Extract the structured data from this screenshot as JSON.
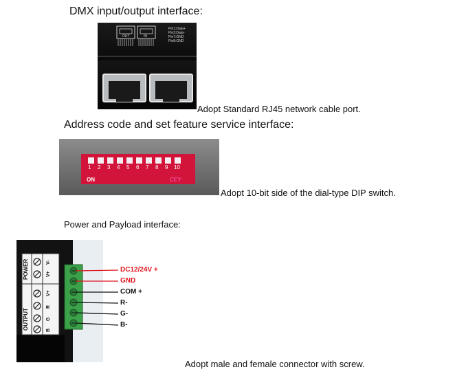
{
  "sections": {
    "dmx": {
      "heading": "DMX input/output interface:",
      "caption": "Adopt Standard RJ45 network cable port.",
      "photo": {
        "pin_legend": [
          "Pin1:Data+",
          "Pin2:Data-",
          "Pin7:GND",
          "Pin8:GND"
        ],
        "port_labels": [
          "OUT",
          "IN"
        ]
      }
    },
    "address": {
      "heading": "Address code and set feature service interface:",
      "caption": "Adopt 10-bit side of the dial-type DIP switch.",
      "photo": {
        "on_label": "ON",
        "numbers": [
          "1",
          "2",
          "3",
          "4",
          "5",
          "6",
          "7",
          "8",
          "9",
          "10"
        ],
        "brand": "CEY"
      }
    },
    "power": {
      "heading": "Power and Payload interface:",
      "caption": "Adopt male and female connector with screw.",
      "photo": {
        "power_label": "POWER",
        "output_label": "OUTPUT",
        "power_pins": [
          "V-",
          "V+"
        ],
        "output_pins": [
          "V+",
          "R",
          "G",
          "B"
        ]
      },
      "terminals": [
        {
          "label": "DC12/24V +",
          "color": "#e0141e"
        },
        {
          "label": "GND",
          "color": "#e0141e"
        },
        {
          "label": "COM +",
          "color": "#111111"
        },
        {
          "label": "R-",
          "color": "#111111"
        },
        {
          "label": "G-",
          "color": "#111111"
        },
        {
          "label": "B-",
          "color": "#111111"
        }
      ]
    }
  }
}
